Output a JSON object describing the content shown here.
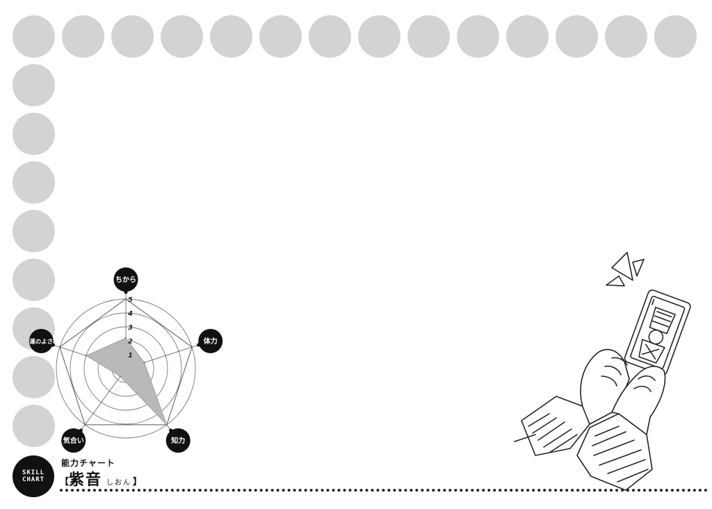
{
  "chart_data": {
    "type": "radar",
    "axes": [
      "ちから",
      "体力",
      "知力",
      "気合い",
      "運のよさ"
    ],
    "scale_labels": [
      "1",
      "2",
      "3",
      "4",
      "5"
    ],
    "range": [
      0,
      5
    ],
    "values": [
      2.2,
      1.4,
      5,
      0.7,
      3.0
    ],
    "fill_color": "#b9b9b9"
  },
  "caption": {
    "title": "能力チャート",
    "bracket_open": "【",
    "name": "紫音",
    "reading": "しおん",
    "bracket_close": "】"
  },
  "badge": {
    "line1": "SKILL",
    "line2": "CHART"
  },
  "colors": {
    "circle_placeholder": "#d3d3d5",
    "label_bg": "#111111"
  },
  "illustration": {
    "subject": "hands-holding-card-drawing"
  }
}
